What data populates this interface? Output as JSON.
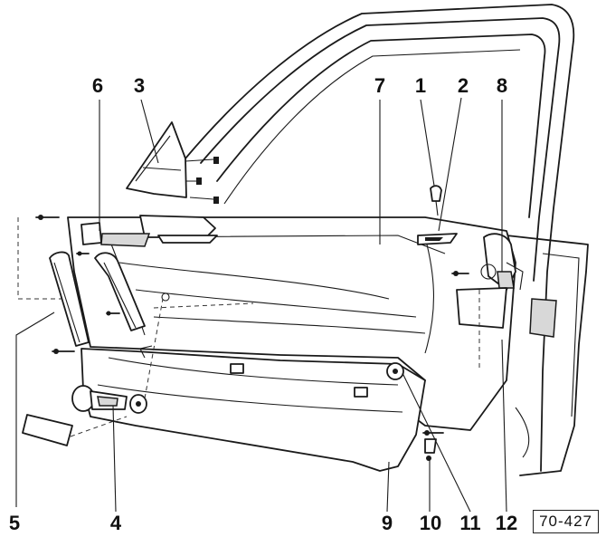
{
  "callouts": [
    {
      "id": "1",
      "label": "1"
    },
    {
      "id": "2",
      "label": "2"
    },
    {
      "id": "3",
      "label": "3"
    },
    {
      "id": "4",
      "label": "4"
    },
    {
      "id": "5",
      "label": "5"
    },
    {
      "id": "6",
      "label": "6"
    },
    {
      "id": "7",
      "label": "7"
    },
    {
      "id": "8",
      "label": "8"
    },
    {
      "id": "9",
      "label": "9"
    },
    {
      "id": "10",
      "label": "10"
    },
    {
      "id": "11",
      "label": "11"
    },
    {
      "id": "12",
      "label": "12"
    }
  ],
  "reference_code": "70-427"
}
